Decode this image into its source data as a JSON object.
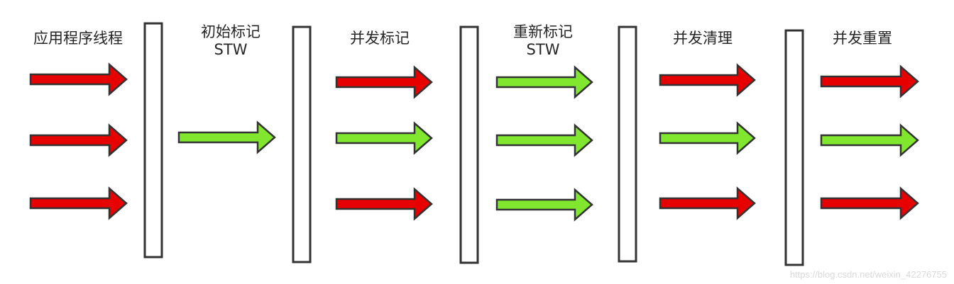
{
  "phases": [
    {
      "label": "应用程序线程",
      "subtitle": "",
      "arrows": [
        "red",
        "red",
        "red"
      ]
    },
    {
      "label": "初始标记",
      "subtitle": "STW",
      "arrows": [
        "green"
      ]
    },
    {
      "label": "并发标记",
      "subtitle": "",
      "arrows": [
        "red",
        "green",
        "red"
      ]
    },
    {
      "label": "重新标记",
      "subtitle": "STW",
      "arrows": [
        "green",
        "green",
        "green"
      ]
    },
    {
      "label": "并发清理",
      "subtitle": "",
      "arrows": [
        "red",
        "green",
        "red"
      ]
    },
    {
      "label": "并发重置",
      "subtitle": "",
      "arrows": [
        "red",
        "green",
        "red"
      ]
    }
  ],
  "colors": {
    "red": "#e60000",
    "green": "#80e62e",
    "outline": "#333333",
    "barrier_fill": "#ffffff"
  },
  "watermark": "https://blog.csdn.net/weixin_42276755"
}
